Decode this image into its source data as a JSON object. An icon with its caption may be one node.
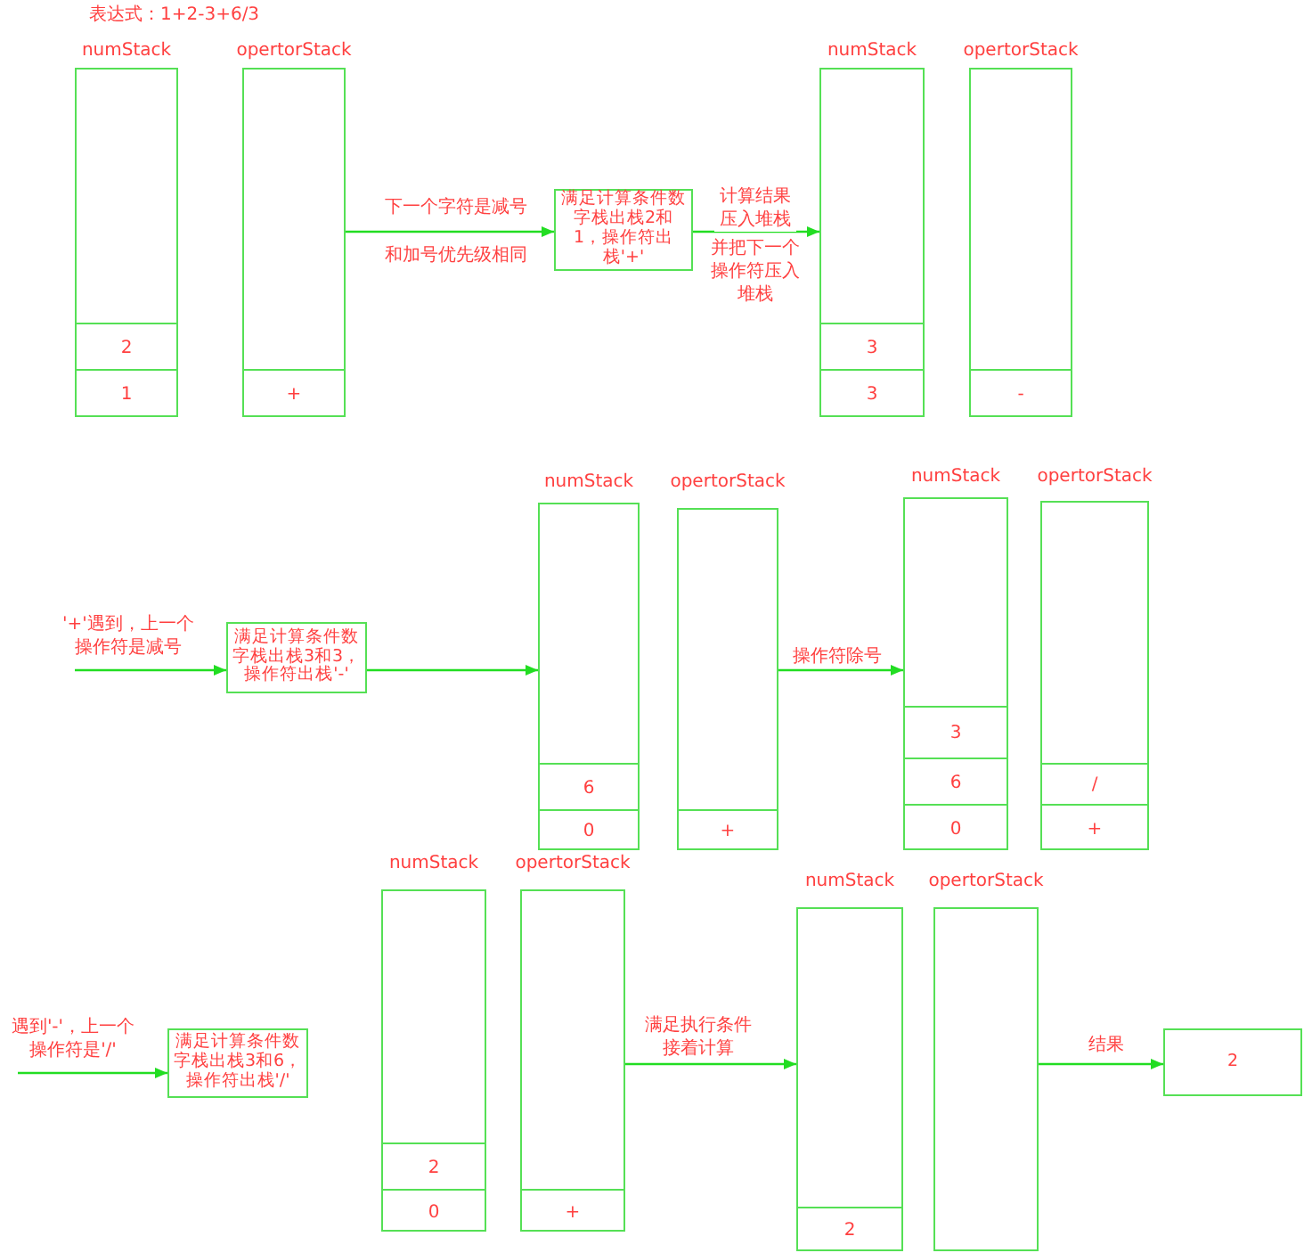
{
  "diagram": {
    "title": "表达式：1+2-3+6/3",
    "nodes": [
      {
        "text": [
          "numStack"
        ]
      },
      {
        "text": [
          "2"
        ],
        "in": 0
      },
      {
        "text": [
          "1"
        ],
        "in": 0
      },
      {
        "text": [
          "opertorStack"
        ]
      },
      {
        "text": [
          "+"
        ],
        "in": 3
      },
      {
        "text": [
          "满足计算条件数字栈出栈2和1，操作符出栈'+'"
        ]
      },
      {
        "text": [
          "numStack"
        ]
      },
      {
        "text": [
          "3"
        ],
        "in": 6
      },
      {
        "text": [
          "3"
        ],
        "in": 6
      },
      {
        "text": [
          "opertorStack"
        ]
      },
      {
        "text": [
          "-"
        ],
        "in": 9
      },
      {
        "text": [
          "满足计算条件数字栈出栈3和3，操作符出栈'-'"
        ]
      },
      {
        "text": [
          "numStack"
        ]
      },
      {
        "text": [
          "6"
        ],
        "in": 12
      },
      {
        "text": [
          "0"
        ],
        "in": 12
      },
      {
        "text": [
          "opertorStack"
        ]
      },
      {
        "text": [
          "+"
        ],
        "in": 15
      },
      {
        "text": [
          "numStack"
        ]
      },
      {
        "text": [
          "3"
        ],
        "in": 17
      },
      {
        "text": [
          "6"
        ],
        "in": 17
      },
      {
        "text": [
          "0"
        ],
        "in": 17
      },
      {
        "text": [
          "opertorStack"
        ]
      },
      {
        "text": [
          "/"
        ],
        "in": 21
      },
      {
        "text": [
          "+"
        ],
        "in": 21
      },
      {
        "text": [
          "numStack"
        ]
      },
      {
        "text": [
          "2"
        ],
        "in": 24
      },
      {
        "text": [
          "0"
        ],
        "in": 24
      },
      {
        "text": [
          "opertorStack"
        ]
      },
      {
        "text": [
          "+"
        ],
        "in": 27
      },
      {
        "text": [
          "满足计算条件数字栈出栈3和6，操作符出栈'/'"
        ]
      },
      {
        "text": [
          "numStack"
        ]
      },
      {
        "text": [
          "2"
        ],
        "in": 30
      },
      {
        "text": [
          "opertorStack"
        ]
      },
      {
        "text": [
          "2"
        ]
      }
    ],
    "edges": [
      {
        "from": 3,
        "to": 5,
        "arrow": "to",
        "label": "下一个字符是减号"
      },
      {
        "from": 5,
        "to": 6,
        "arrow": "to",
        "label": "计算结果压入堆栈"
      },
      {
        "from": null,
        "to": 11,
        "arrow": "to",
        "label": "'+'遇到，上一个操作符是减号"
      },
      {
        "from": 11,
        "to": 12,
        "arrow": "to"
      },
      {
        "from": 15,
        "to": 17,
        "arrow": "to",
        "label": "操作符除号"
      },
      {
        "from": null,
        "to": 29,
        "arrow": "to",
        "label": "遇到'-'，上一个操作符是'/'"
      },
      {
        "from": 27,
        "to": 30,
        "arrow": "to",
        "label": "满足执行条件接着计算"
      },
      {
        "from": 32,
        "to": 33,
        "arrow": "to",
        "label": "结果"
      }
    ],
    "labels": [
      "和加号优先级相同",
      "并把下一个操作符压入堆栈"
    ]
  }
}
